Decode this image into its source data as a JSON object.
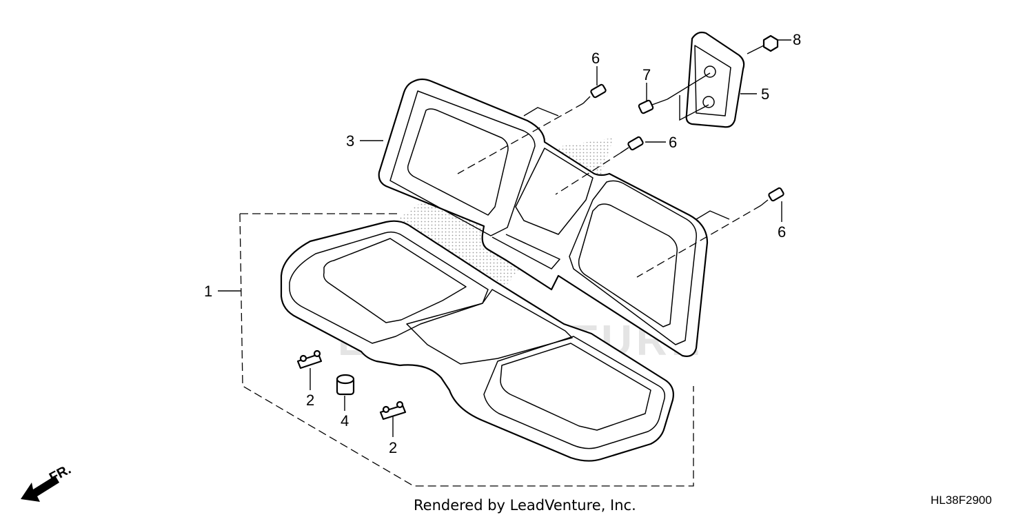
{
  "callouts": {
    "c1": "1",
    "c2a": "2",
    "c2b": "2",
    "c3": "3",
    "c4": "4",
    "c5": "5",
    "c6a": "6",
    "c6b": "6",
    "c6c": "6",
    "c7": "7",
    "c8": "8"
  },
  "footer": {
    "credit": "Rendered by LeadVenture, Inc.",
    "diagram_code": "HL38F2900"
  },
  "direction": {
    "label": "FR."
  },
  "watermark": {
    "text": "LEADVENTURE"
  },
  "icons": {
    "front_arrow": "front-direction-arrow-icon"
  }
}
